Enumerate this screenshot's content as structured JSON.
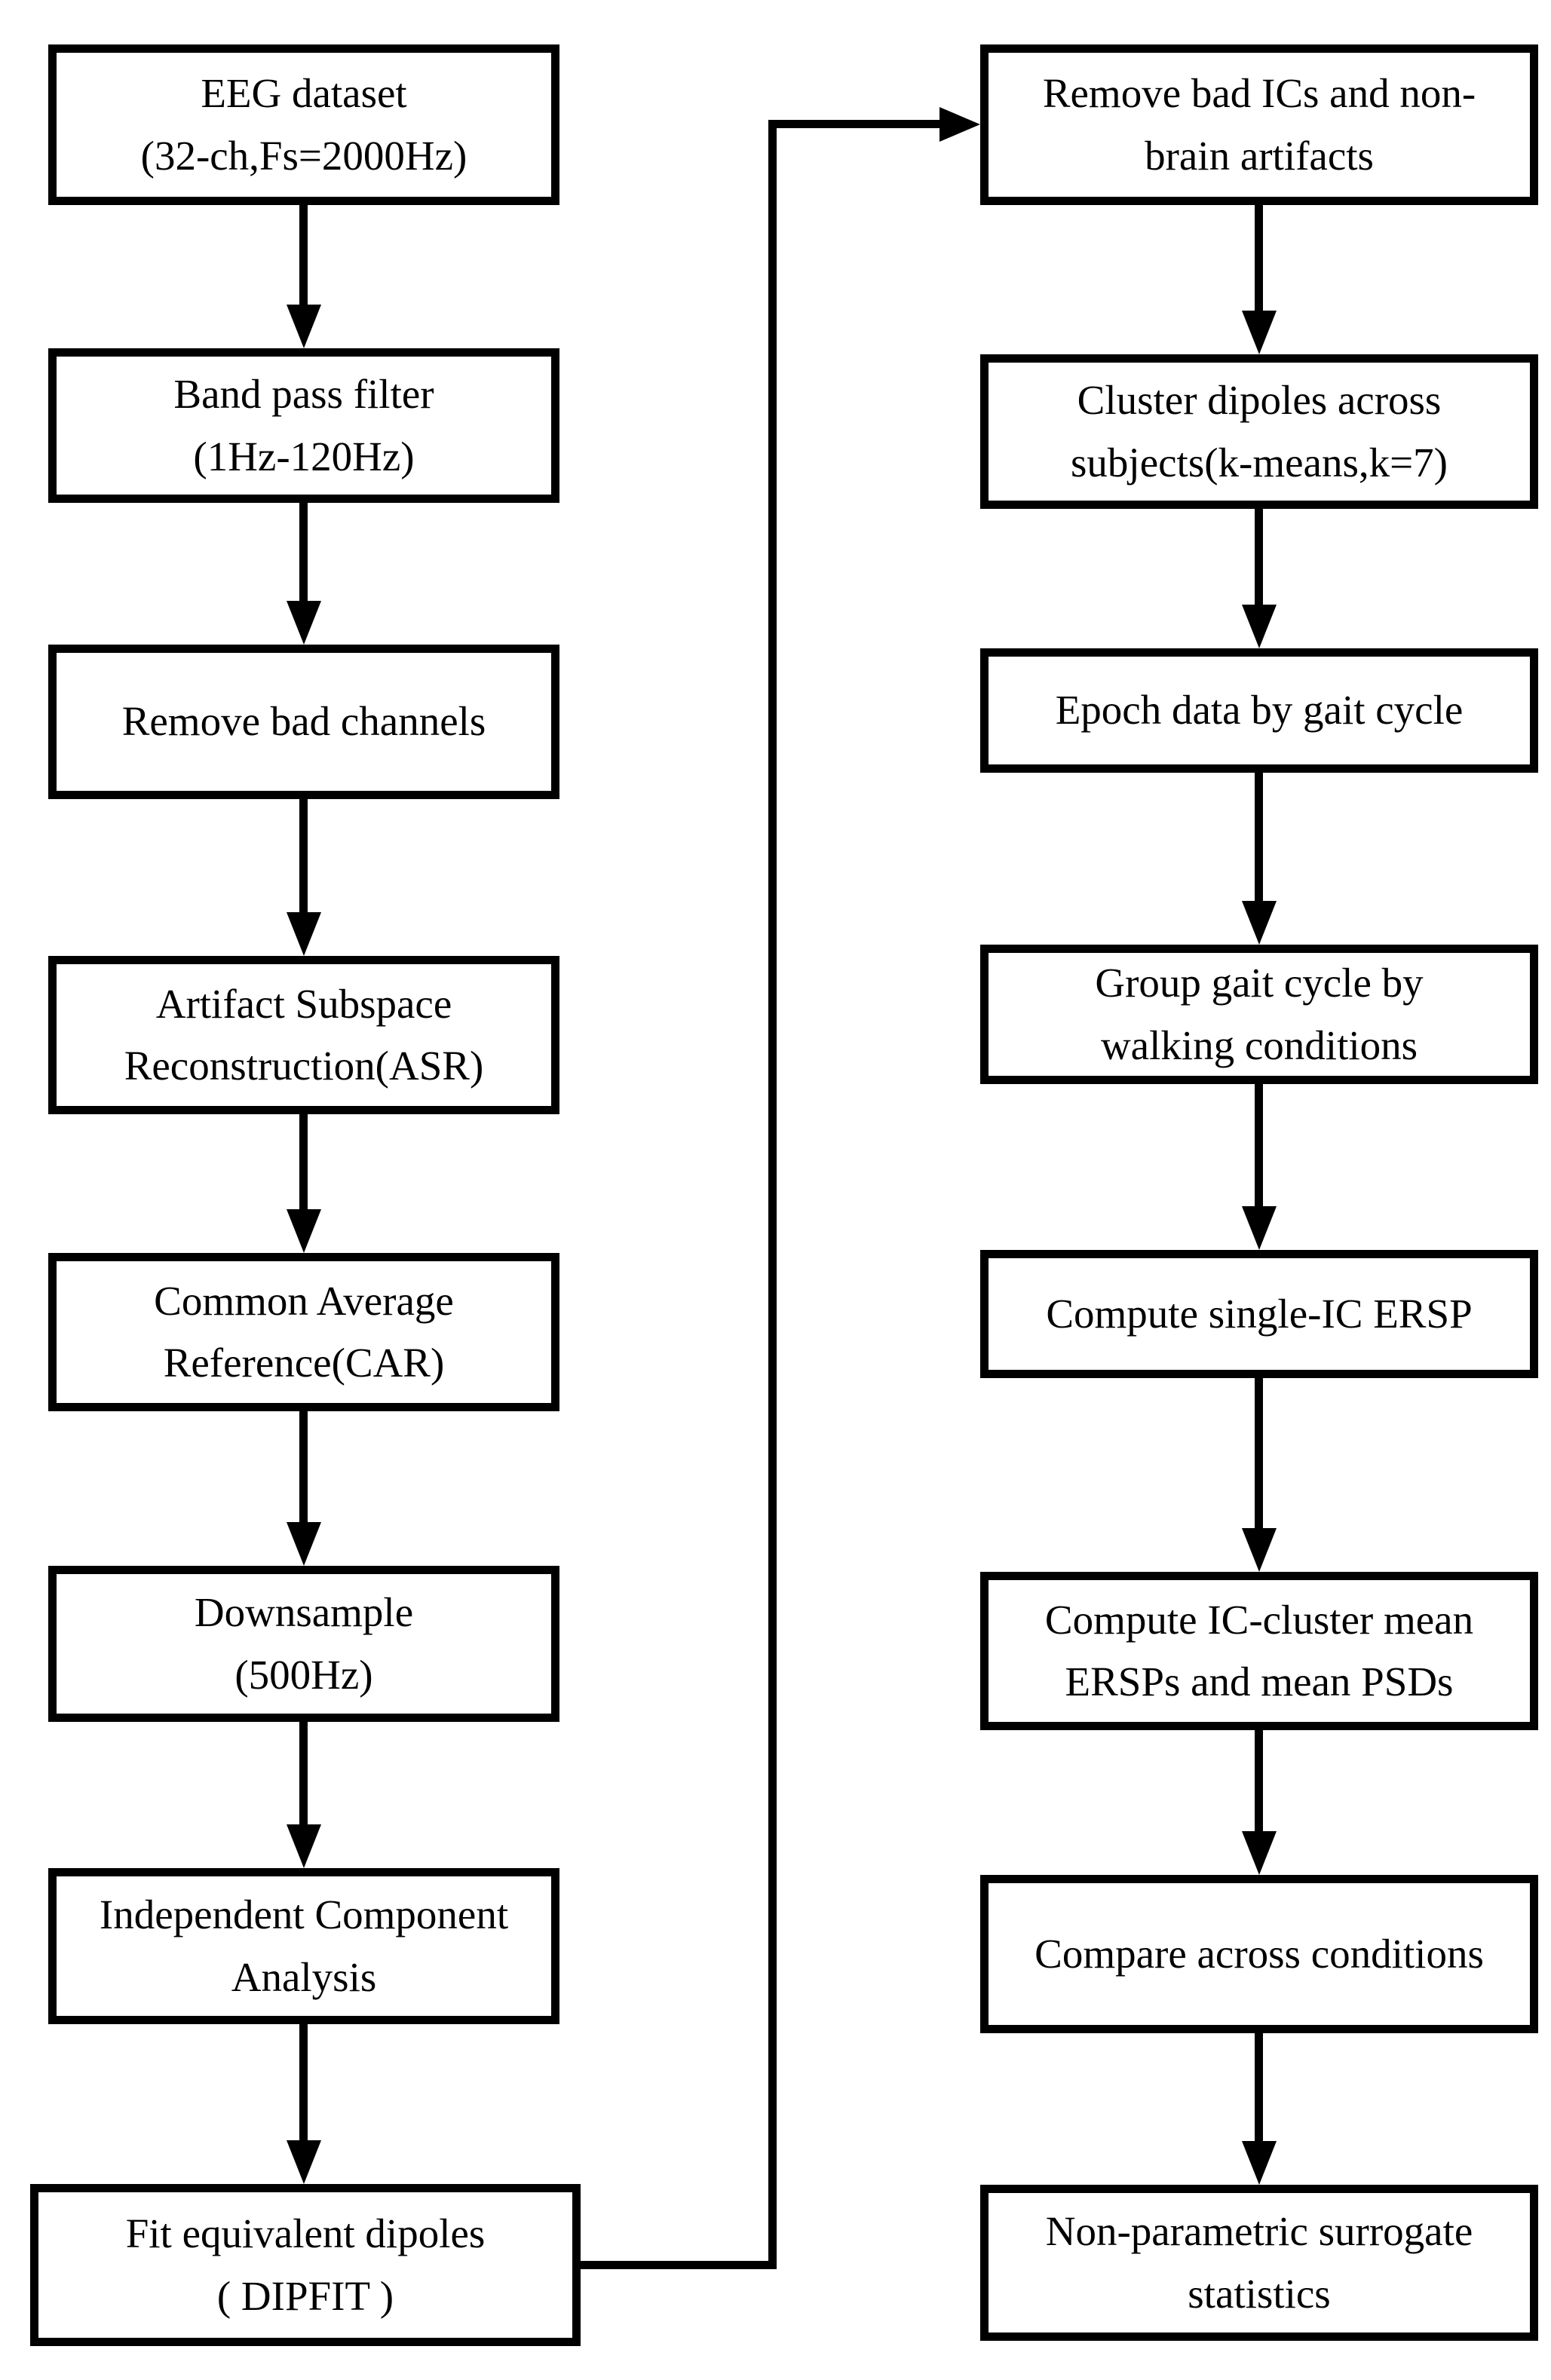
{
  "colors": {
    "background": "#ffffff",
    "stroke": "#000000",
    "text": "#000000"
  },
  "left_column": {
    "boxes": [
      {
        "id": "L1",
        "label": "EEG dataset\n(32-ch,Fs=2000Hz)"
      },
      {
        "id": "L2",
        "label": "Band pass filter\n(1Hz-120Hz)"
      },
      {
        "id": "L3",
        "label": "Remove bad channels"
      },
      {
        "id": "L4",
        "label": "Artifact Subspace\nReconstruction(ASR)"
      },
      {
        "id": "L5",
        "label": "Common Average\nReference(CAR)"
      },
      {
        "id": "L6",
        "label": "Downsample\n(500Hz)"
      },
      {
        "id": "L7",
        "label": "Independent Component\nAnalysis"
      },
      {
        "id": "L8",
        "label": "Fit equivalent dipoles\n( DIPFIT )"
      }
    ]
  },
  "right_column": {
    "boxes": [
      {
        "id": "R1",
        "label": "Remove bad ICs and non-\nbrain artifacts"
      },
      {
        "id": "R2",
        "label": "Cluster dipoles across\nsubjects(k-means,k=7)"
      },
      {
        "id": "R3",
        "label": "Epoch data by gait cycle"
      },
      {
        "id": "R4",
        "label": "Group gait cycle by\nwalking conditions"
      },
      {
        "id": "R5",
        "label": "Compute single-IC ERSP"
      },
      {
        "id": "R6",
        "label": "Compute IC-cluster mean\nERSPs and mean PSDs"
      },
      {
        "id": "R7",
        "label": "Compare across conditions"
      },
      {
        "id": "R8",
        "label": "Non-parametric surrogate\nstatistics"
      }
    ]
  },
  "edges": [
    {
      "from": "L1",
      "to": "L2",
      "type": "arrow-down"
    },
    {
      "from": "L2",
      "to": "L3",
      "type": "arrow-down"
    },
    {
      "from": "L3",
      "to": "L4",
      "type": "arrow-down"
    },
    {
      "from": "L4",
      "to": "L5",
      "type": "arrow-down"
    },
    {
      "from": "L5",
      "to": "L6",
      "type": "arrow-down"
    },
    {
      "from": "L6",
      "to": "L7",
      "type": "arrow-down"
    },
    {
      "from": "L7",
      "to": "L8",
      "type": "arrow-down"
    },
    {
      "from": "L8",
      "to": "R1",
      "type": "elbow-arrow-right"
    },
    {
      "from": "R1",
      "to": "R2",
      "type": "arrow-down"
    },
    {
      "from": "R2",
      "to": "R3",
      "type": "arrow-down"
    },
    {
      "from": "R3",
      "to": "R4",
      "type": "arrow-down"
    },
    {
      "from": "R4",
      "to": "R5",
      "type": "arrow-down"
    },
    {
      "from": "R5",
      "to": "R6",
      "type": "arrow-down"
    },
    {
      "from": "R6",
      "to": "R7",
      "type": "arrow-down"
    },
    {
      "from": "R7",
      "to": "R8",
      "type": "arrow-down"
    }
  ]
}
